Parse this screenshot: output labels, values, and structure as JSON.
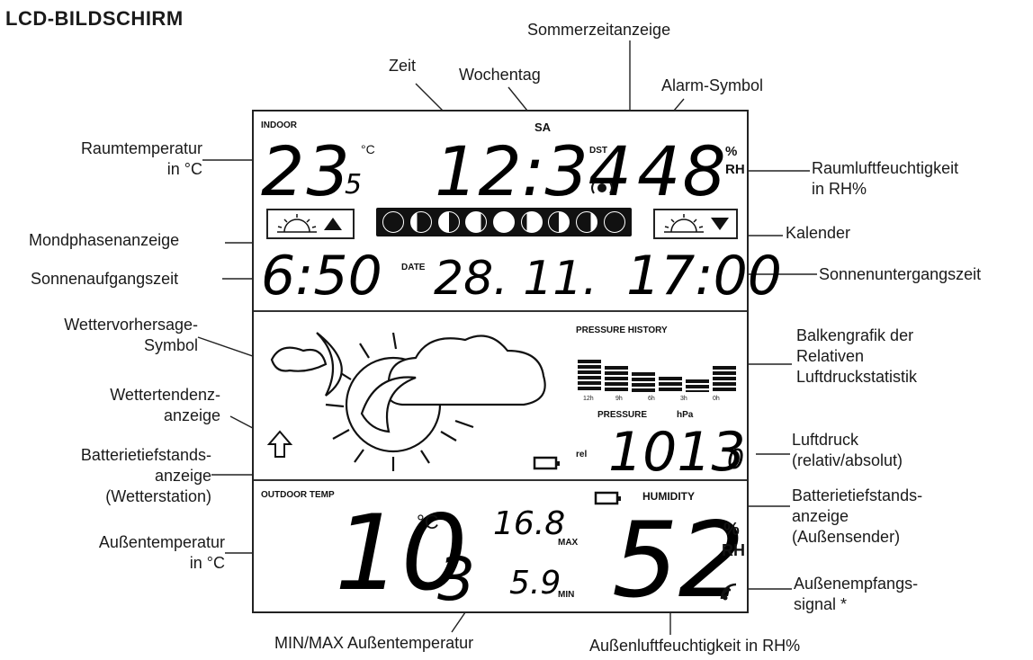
{
  "title": "LCD-BILDSCHIRM",
  "labels": {
    "sommerzeit": "Sommerzeitanzeige",
    "zeit": "Zeit",
    "wochentag": "Wochentag",
    "alarm": "Alarm-Symbol",
    "raumtemp_1": "Raumtemperatur",
    "raumtemp_2": "in °C",
    "raumfeuchte_1": "Raumluftfeuchtigkeit",
    "raumfeuchte_2": "in RH%",
    "mondphase": "Mondphasenanzeige",
    "kalender": "Kalender",
    "sonnenaufgang": "Sonnenaufgangszeit",
    "sonnenuntergang": "Sonnenuntergangszeit",
    "wettervorhersage_1": "Wettervorhersage-",
    "wettervorhersage_2": "Symbol",
    "balken_1": "Balkengrafik der",
    "balken_2": "Relativen",
    "balken_3": "Luftdruckstatistik",
    "wettertendenz_1": "Wettertendenz-",
    "wettertendenz_2": "anzeige",
    "luftdruck_1": "Luftdruck",
    "luftdruck_2": "(relativ/absolut)",
    "batt_station_1": "Batterietiefstands-",
    "batt_station_2": "anzeige",
    "batt_station_3": "(Wetterstation)",
    "batt_sender_1": "Batterietiefstands-",
    "batt_sender_2": "anzeige",
    "batt_sender_3": "(Außensender)",
    "aussentemp_1": "Außentemperatur",
    "aussentemp_2": "in °C",
    "empfang_1": "Außenempfangs-",
    "empfang_2": "signal *",
    "minmax": "MIN/MAX Außentemperatur",
    "aussenfeuchte": "Außenluftfeuchtigkeit in RH%"
  },
  "lcd": {
    "indoor": "INDOOR",
    "weekday": "SA",
    "dst": "DST",
    "indoor_temp": "23",
    "indoor_temp_dec": "5",
    "unit_c": "°C",
    "time": "12:34",
    "indoor_hum": "48",
    "unit_percent": "%",
    "unit_rh": "RH",
    "sunrise": "6:50",
    "date_label": "DATE",
    "date": "28. 11.",
    "sunset": "17:00",
    "pressure_history": "PRESSURE HISTORY",
    "pressure": "PRESSURE",
    "hpa": "hPa",
    "rel": "rel",
    "pressure_value": "1013",
    "pressure_dec": "0",
    "outdoor_temp_label": "OUTDOOR TEMP",
    "humidity_label": "HUMIDITY",
    "outdoor_temp": "10",
    "outdoor_temp_dec": "3",
    "max_temp": "16.8",
    "max_label": "MAX",
    "min_temp": "5.9",
    "min_label": "MIN",
    "outdoor_hum": "52"
  },
  "pressure_history": {
    "hours": [
      "12h",
      "9h",
      "6h",
      "3h",
      "0h"
    ],
    "levels": [
      0.75,
      0.6,
      0.45,
      0.35,
      0.3,
      0.6
    ]
  }
}
